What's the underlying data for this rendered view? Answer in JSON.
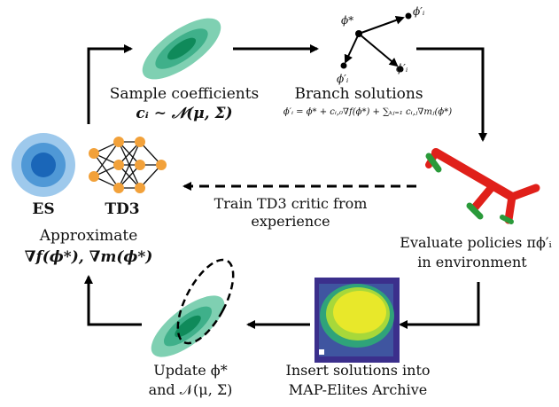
{
  "labels": {
    "sample": "Sample coefficients",
    "sample_math": "cᵢ ∼ 𝒩(μ, Σ)",
    "branch": "Branch solutions",
    "branch_math": "ϕ′ᵢ = ϕ* + cᵢ,₀∇f(ϕ*) + ∑ₖⱼ₌₁ cᵢ,ⱼ∇mⱼ(ϕ*)",
    "phi_star": "ϕ*",
    "phi_prime": "ϕ′ᵢ",
    "es": "ES",
    "td3": "TD3",
    "approximate": "Approximate",
    "approximate_math": "∇f(ϕ*), ∇m(ϕ*)",
    "train": "Train TD3 critic from",
    "train2": "experience",
    "evaluate": "Evaluate policies πϕ′ᵢ",
    "evaluate2": "in environment",
    "update": "Update ϕ*",
    "update2": "and 𝒩(μ, Σ)",
    "insert": "Insert solutions into",
    "insert2": "MAP-Elites Archive"
  },
  "colors": {
    "arrow": "#000000",
    "gauss_outer": "#7fd0b2",
    "gauss_mid": "#3fb08a",
    "gauss_inner": "#0f8a5a",
    "es_outer": "#9ec9ec",
    "es_mid": "#4f98d6",
    "es_inner": "#1a66b8",
    "nn_node": "#f2a13a",
    "robot_body": "#e0201a",
    "robot_leg": "#2a9a3a",
    "archive_bg": "#3b2f8c",
    "archive_mid": "#2fa37a",
    "archive_hot": "#e8e82a"
  },
  "icons": [
    "gaussian-icon",
    "branch-icon",
    "es-icon",
    "neural-network-icon",
    "robot-icon",
    "archive-heatmap-icon",
    "updated-gaussian-icon"
  ]
}
